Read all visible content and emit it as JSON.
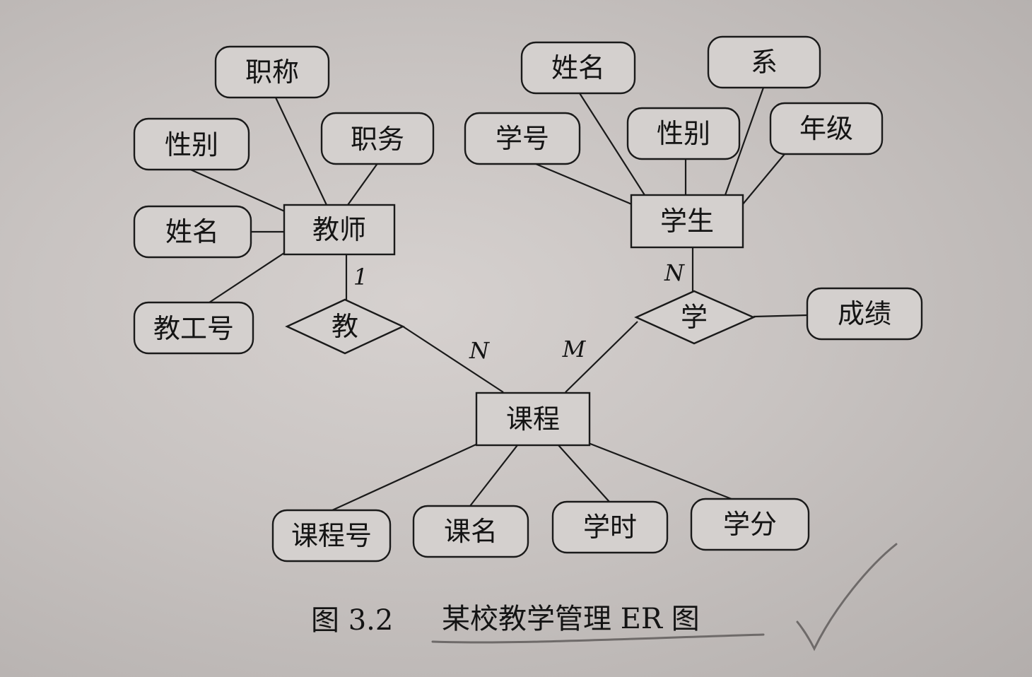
{
  "entities": {
    "teacher": "教师",
    "student": "学生",
    "course": "课程"
  },
  "relationships": {
    "teaches": "教",
    "studies": "学"
  },
  "teacher_attributes": {
    "title": "职称",
    "gender": "性别",
    "position": "职务",
    "name": "姓名",
    "staff_id": "教工号"
  },
  "student_attributes": {
    "name": "姓名",
    "department": "系",
    "student_id": "学号",
    "gender": "性别",
    "grade": "年级"
  },
  "relationship_attributes": {
    "score": "成绩"
  },
  "course_attributes": {
    "course_id": "课程号",
    "course_name": "课名",
    "hours": "学时",
    "credits": "学分"
  },
  "cardinalities": {
    "teacher_teaches": "1",
    "teaches_course": "N",
    "student_studies": "N",
    "studies_course": "M"
  },
  "caption": {
    "figure_number": "图 3.2",
    "title": "某校教学管理 ER 图"
  }
}
